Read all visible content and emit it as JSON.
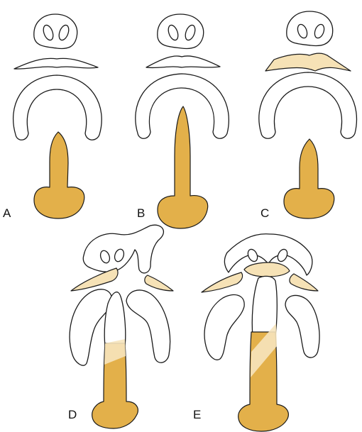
{
  "figure": {
    "panels": [
      {
        "id": "A",
        "label": "A"
      },
      {
        "id": "B",
        "label": "B"
      },
      {
        "id": "C",
        "label": "C"
      },
      {
        "id": "D",
        "label": "D"
      },
      {
        "id": "E",
        "label": "E"
      }
    ],
    "colors": {
      "mesoderm_gold": "#e3b04a",
      "pale_cream": "#f6e2b6",
      "outline": "#1a1a1a",
      "background": "#ffffff"
    }
  }
}
